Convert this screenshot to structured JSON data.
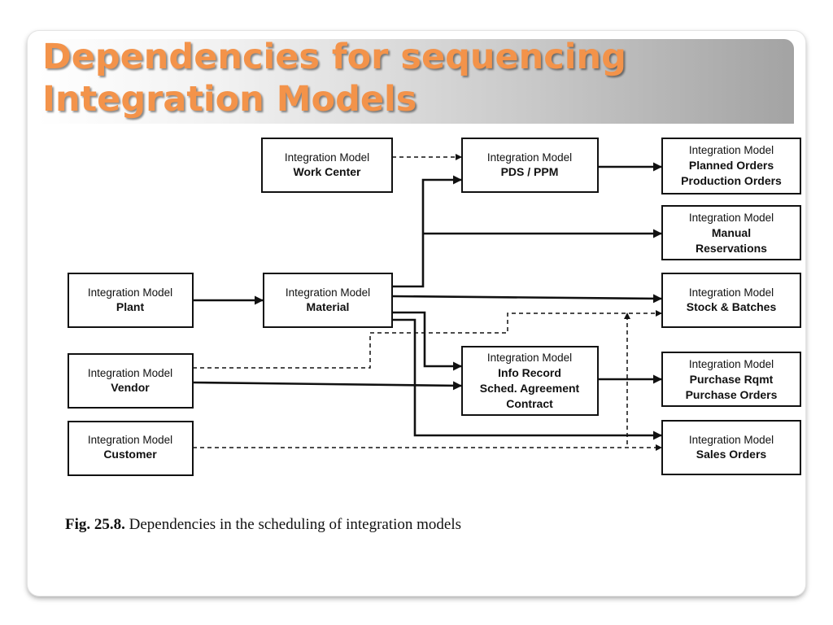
{
  "slide": {
    "title_line1": "Dependencies for sequencing",
    "title_line2": "Integration Models"
  },
  "diagram": {
    "boxes": {
      "work_center": {
        "line1": "Integration Model",
        "line2": "Work Center"
      },
      "pds_ppm": {
        "line1": "Integration Model",
        "line2": "PDS / PPM"
      },
      "planned": {
        "line1": "Integration Model",
        "line2": "Planned Orders",
        "line3": "Production Orders"
      },
      "manual": {
        "line1": "Integration Model",
        "line2": "Manual",
        "line3": "Reservations"
      },
      "plant": {
        "line1": "Integration Model",
        "line2": "Plant"
      },
      "material": {
        "line1": "Integration Model",
        "line2": "Material"
      },
      "stock": {
        "line1": "Integration Model",
        "line2": "Stock & Batches"
      },
      "vendor": {
        "line1": "Integration Model",
        "line2": "Vendor"
      },
      "info_record": {
        "line1": "Integration Model",
        "line2": "Info Record",
        "line3": "Sched. Agreement",
        "line4": "Contract"
      },
      "purchase": {
        "line1": "Integration Model",
        "line2": "Purchase Rqmt",
        "line3": "Purchase Orders"
      },
      "customer": {
        "line1": "Integration Model",
        "line2": "Customer"
      },
      "sales": {
        "line1": "Integration Model",
        "line2": "Sales Orders"
      }
    }
  },
  "caption": {
    "label": "Fig. 25.8.",
    "text": " Dependencies in the scheduling of integration models"
  }
}
